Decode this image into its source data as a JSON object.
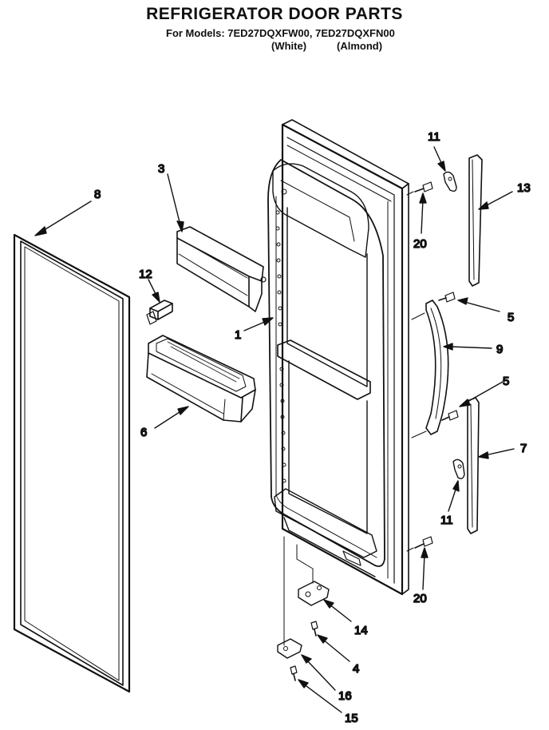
{
  "header": {
    "title": "REFRIGERATOR DOOR PARTS",
    "models_line": "For Models: 7ED27DQXFW00, 7ED27DQXFN00",
    "variant_white": "(White)",
    "variant_almond": "(Almond)"
  },
  "callouts": {
    "c1": "1",
    "c3": "3",
    "c4": "4",
    "c5a": "5",
    "c5b": "5",
    "c6": "6",
    "c7": "7",
    "c8": "8",
    "c9": "9",
    "c11a": "11",
    "c11b": "11",
    "c12": "12",
    "c13": "13",
    "c14": "14",
    "c15": "15",
    "c16": "16",
    "c20a": "20",
    "c20b": "20"
  },
  "colors": {
    "ink": "#111111",
    "paper": "#ffffff"
  }
}
